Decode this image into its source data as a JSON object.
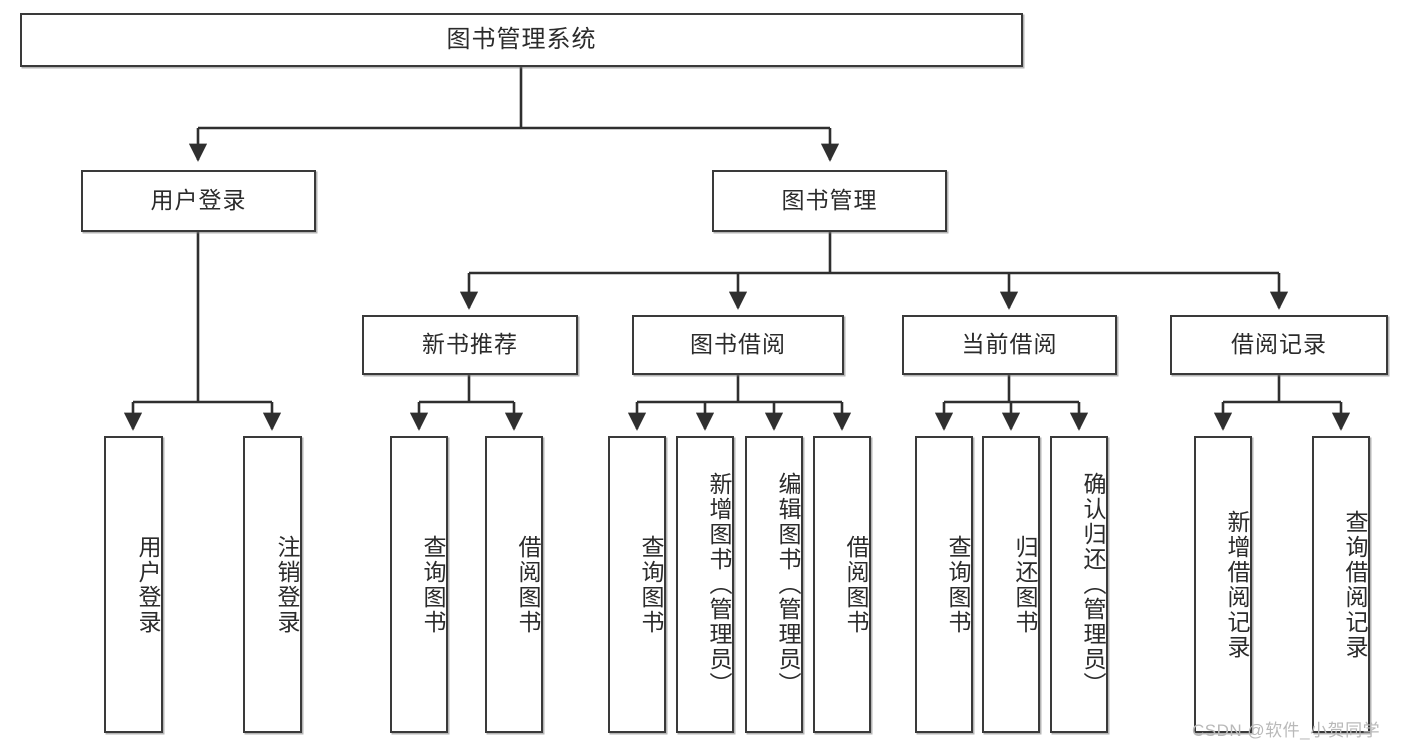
{
  "diagram": {
    "type": "hierarchy-tree",
    "title": "图书管理系统",
    "orientation": "top-down",
    "levels": 4,
    "nodes": {
      "root": {
        "label": "图书管理系统"
      },
      "level2": [
        {
          "id": "user-login",
          "label": "用户登录"
        },
        {
          "id": "book-manage",
          "label": "图书管理"
        }
      ],
      "level3": [
        {
          "id": "new-book-recommend",
          "label": "新书推荐"
        },
        {
          "id": "book-borrow",
          "label": "图书借阅"
        },
        {
          "id": "current-borrow",
          "label": "当前借阅"
        },
        {
          "id": "borrow-record",
          "label": "借阅记录"
        }
      ],
      "leaves": [
        {
          "id": "leaf-user-login",
          "label": "用户登录",
          "parent": "user-login"
        },
        {
          "id": "leaf-logout-login",
          "label": "注销登录",
          "parent": "user-login"
        },
        {
          "id": "leaf-query-book-1",
          "label": "查询图书",
          "parent": "new-book-recommend"
        },
        {
          "id": "leaf-borrow-book-1",
          "label": "借阅图书",
          "parent": "new-book-recommend"
        },
        {
          "id": "leaf-query-book-2",
          "label": "查询图书",
          "parent": "book-borrow"
        },
        {
          "id": "leaf-add-book",
          "label": "新增图书（管理员）",
          "parent": "book-borrow"
        },
        {
          "id": "leaf-edit-book",
          "label": "编辑图书（管理员）",
          "parent": "book-borrow"
        },
        {
          "id": "leaf-borrow-book-2",
          "label": "借阅图书",
          "parent": "book-borrow"
        },
        {
          "id": "leaf-query-book-3",
          "label": "查询图书",
          "parent": "current-borrow"
        },
        {
          "id": "leaf-return-book",
          "label": "归还图书",
          "parent": "current-borrow"
        },
        {
          "id": "leaf-confirm-return",
          "label": "确认归还（管理员）",
          "parent": "current-borrow"
        },
        {
          "id": "leaf-add-borrow-record",
          "label": "新增借阅记录",
          "parent": "borrow-record"
        },
        {
          "id": "leaf-query-borrow-record",
          "label": "查询借阅记录",
          "parent": "borrow-record"
        }
      ]
    },
    "colors": {
      "border": "#3a3a3a",
      "text": "#2b2b2b",
      "background": "#ffffff",
      "edge": "#2f2f2f",
      "watermark": "#b9b9b9"
    }
  },
  "watermark": {
    "text": "CSDN @软件_小贺同学"
  }
}
